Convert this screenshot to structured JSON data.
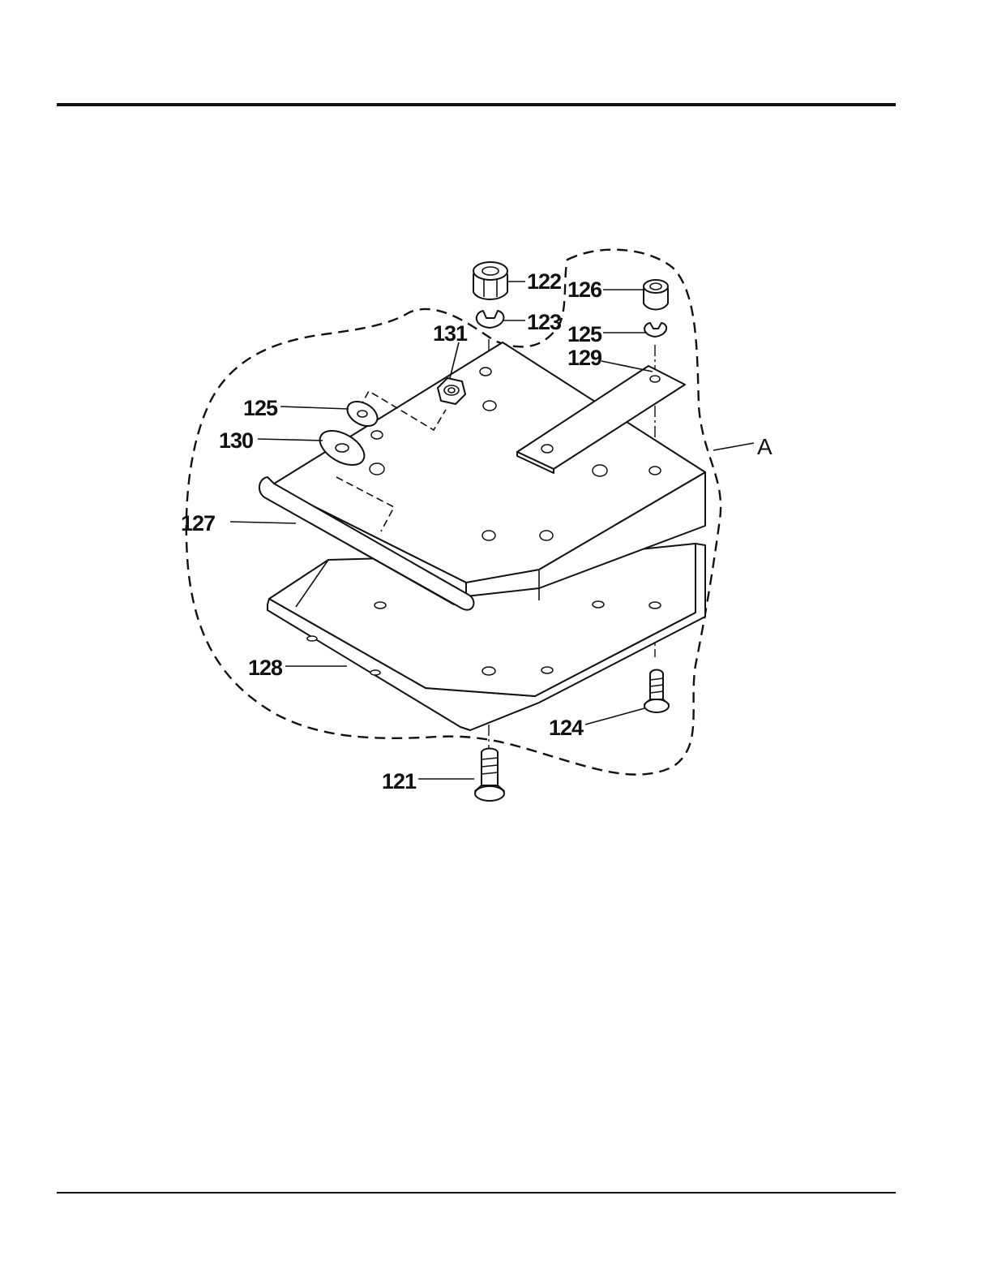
{
  "callouts": {
    "c121": "121",
    "c122": "122",
    "c123": "123",
    "c124": "124",
    "c125a": "125",
    "c125b": "125",
    "c126": "126",
    "c127": "127",
    "c128": "128",
    "c129": "129",
    "c130": "130",
    "c131": "131",
    "cA": "A"
  }
}
